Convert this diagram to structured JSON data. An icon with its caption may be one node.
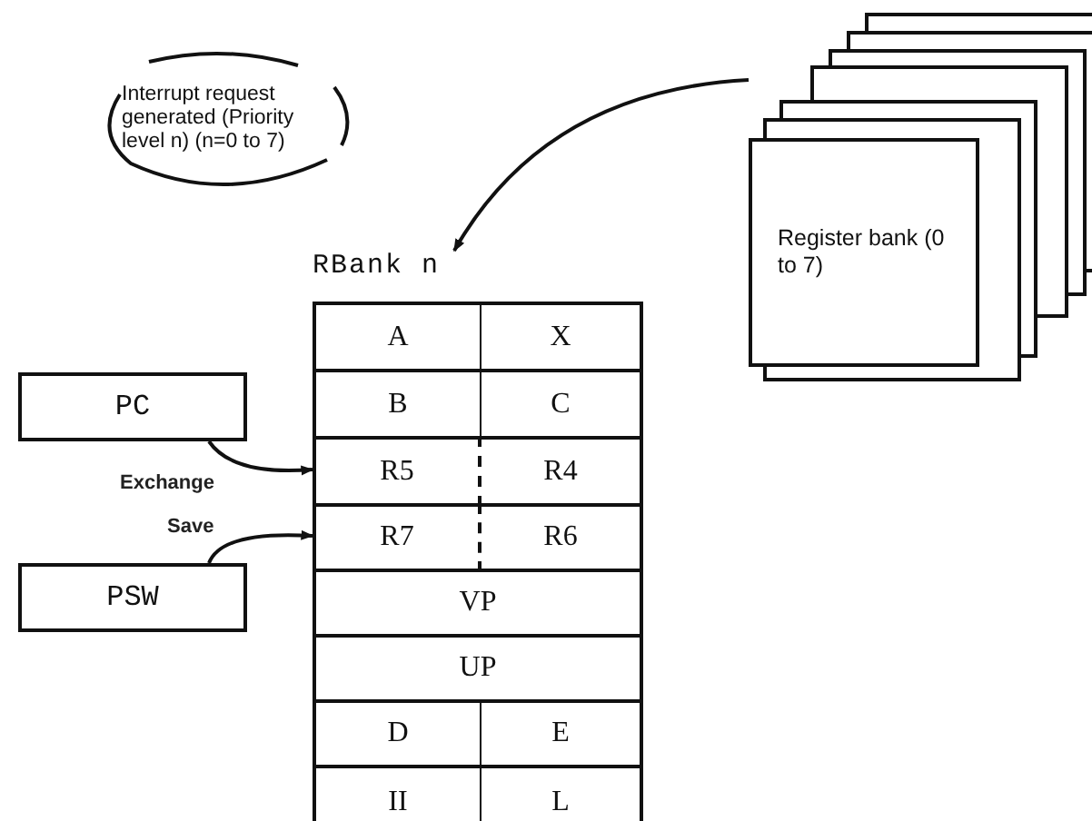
{
  "diagram": {
    "nodes": [
      {
        "text": [
          "Interrupt request generated (Priority level n) (n=0 to 7)"
        ]
      },
      {
        "text": [
          "Register bank (0 to 7)"
        ]
      },
      {
        "text": [
          "RBank n"
        ]
      },
      {
        "text": [
          "A"
        ],
        "in": 2
      },
      {
        "text": [
          "X"
        ],
        "in": 2
      },
      {
        "text": [
          "B"
        ],
        "in": 2
      },
      {
        "text": [
          "C"
        ],
        "in": 2
      },
      {
        "text": [
          "R5"
        ],
        "in": 2
      },
      {
        "text": [
          "R4"
        ],
        "in": 2
      },
      {
        "text": [
          "R7"
        ],
        "in": 2
      },
      {
        "text": [
          "R6"
        ],
        "in": 2
      },
      {
        "text": [
          "VP"
        ],
        "in": 2
      },
      {
        "text": [
          "UP"
        ],
        "in": 2
      },
      {
        "text": [
          "D"
        ],
        "in": 2
      },
      {
        "text": [
          "E"
        ],
        "in": 2
      },
      {
        "text": [
          "II"
        ],
        "in": 2
      },
      {
        "text": [
          "L"
        ],
        "in": 2
      },
      {
        "text": [
          "PC"
        ]
      },
      {
        "text": [
          "PSW"
        ]
      }
    ],
    "edges": [
      {
        "from": 1,
        "to": 2,
        "arrow": "to"
      },
      {
        "from": 17,
        "to": 7,
        "arrow": "to",
        "label": "Exchange"
      },
      {
        "from": 18,
        "to": 9,
        "arrow": "to",
        "label": "Save"
      }
    ]
  }
}
